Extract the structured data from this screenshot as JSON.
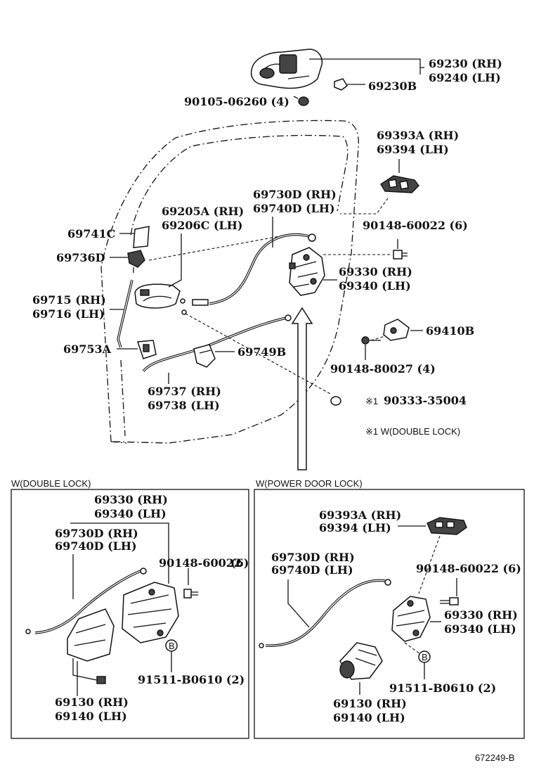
{
  "diagram": {
    "labels": {
      "p69230": "69230 (RH)",
      "p69240": "69240 (LH)",
      "p69230B": "69230B",
      "p90105": "90105-06260 (4)",
      "p69393A": "69393A (RH)",
      "p69394": "69394 (LH)",
      "p69730D": "69730D (RH)",
      "p69740D": "69740D (LH)",
      "p69205A": "69205A (RH)",
      "p69206C": "69206C (LH)",
      "p69741C": "69741C",
      "p69736D": "69736D",
      "p90148_60022": "90148-60022 (6)",
      "p69330": "69330 (RH)",
      "p69340": "69340 (LH)",
      "p69715": "69715 (RH)",
      "p69716": "69716 (LH)",
      "p69410B": "69410B",
      "p69753A": "69753A",
      "p69749B": "69749B",
      "p90148_80027": "90148-80027 (4)",
      "p69737": "69737 (RH)",
      "p69738": "69738 (LH)",
      "p90333": "90333-35004",
      "note_mark": "※1",
      "note_text": "※1  W(DOUBLE LOCK)"
    },
    "box_left": {
      "title": "W(DOUBLE LOCK)",
      "p69330": "69330 (RH)",
      "p69340": "69340 (LH)",
      "p69730D": "69730D (RH)",
      "p69740D": "69740D (LH)",
      "p90148": "90148-60022",
      "p90148_qty": "(6)",
      "bolt_mark": "B",
      "p91511": "91511-B0610 (2)",
      "p69130": "69130 (RH)",
      "p69140": "69140 (LH)"
    },
    "box_right": {
      "title": "W(POWER DOOR LOCK)",
      "p69393A": "69393A (RH)",
      "p69394": "69394 (LH)",
      "p69730D": "69730D (RH)",
      "p69740D": "69740D (LH)",
      "p90148": "90148-60022 (6)",
      "p69330": "69330 (RH)",
      "p69340": "69340 (LH)",
      "bolt_mark": "B",
      "p91511": "91511-B0610 (2)",
      "p69130": "69130 (RH)",
      "p69140": "69140 (LH)"
    },
    "figure_id": "672249-B"
  }
}
